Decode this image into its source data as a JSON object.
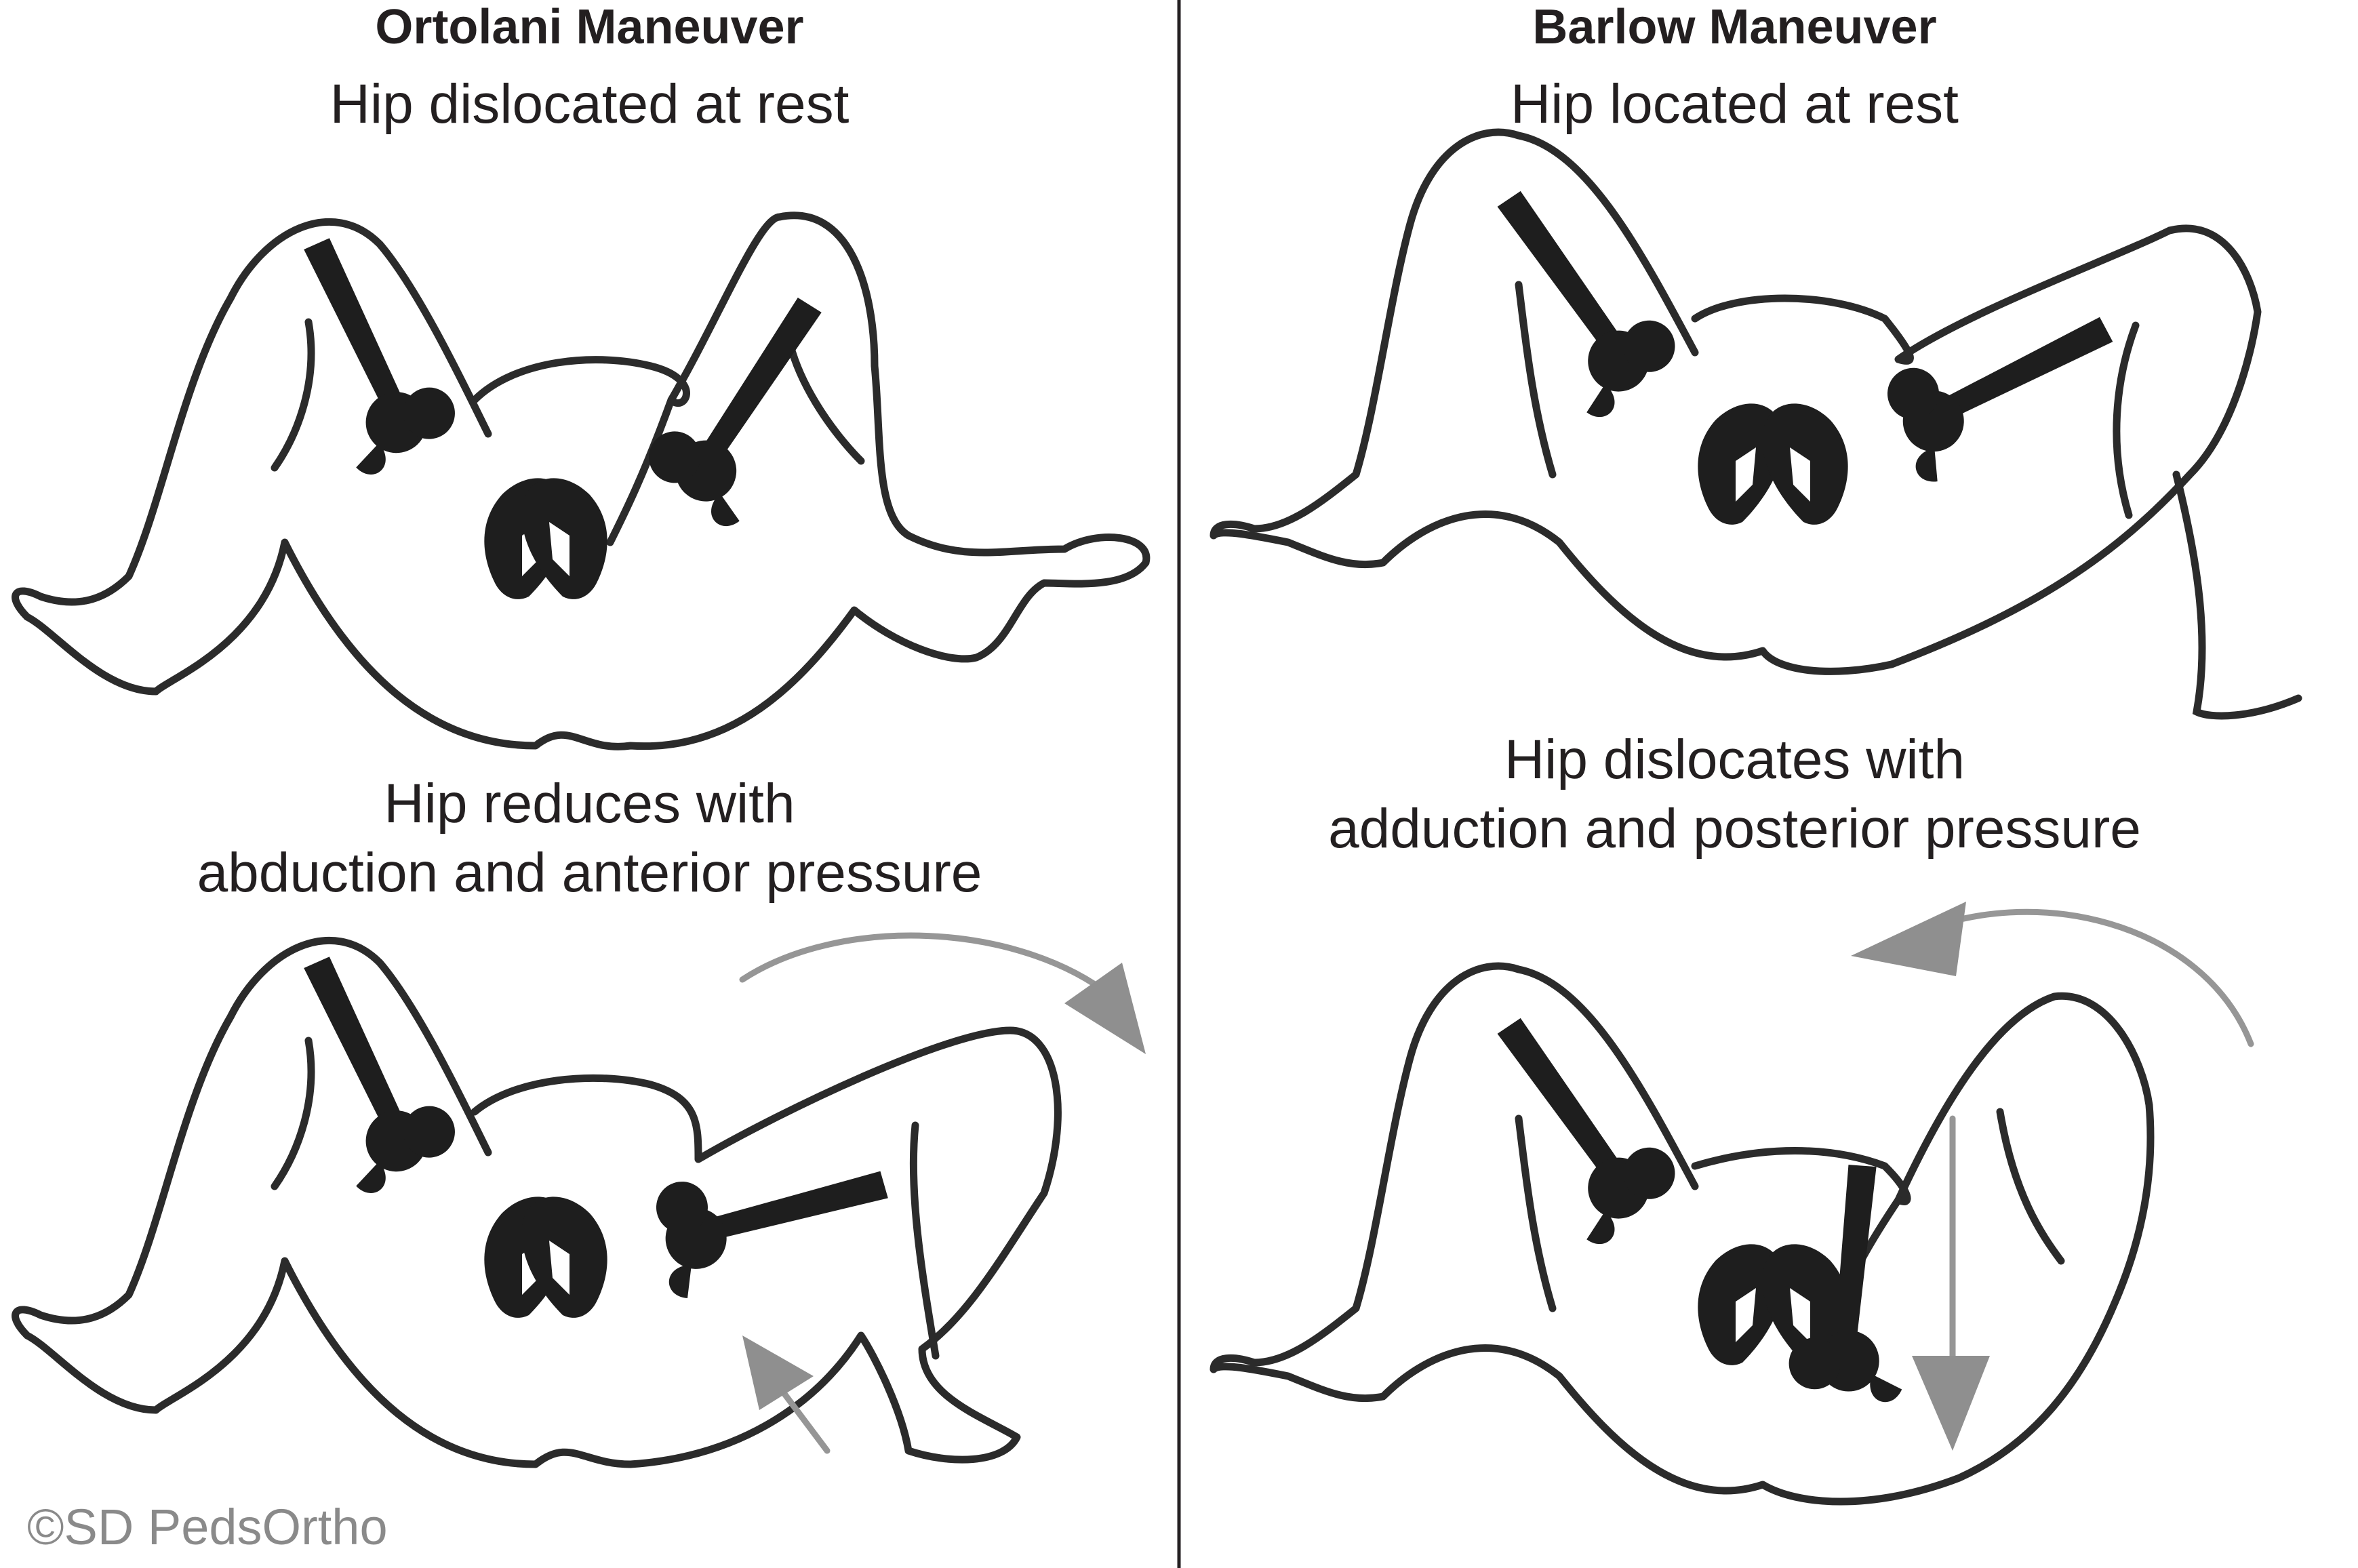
{
  "panels": {
    "ortolani": {
      "title": "Ortolani Maneuver",
      "rest": "Hip dislocated at rest",
      "action_line1": "Hip reduces with",
      "action_line2": "abduction and anterior pressure"
    },
    "barlow": {
      "title": "Barlow Maneuver",
      "rest": "Hip located at rest",
      "action_line1": "Hip dislocates with",
      "action_line2": "adduction and posterior pressure"
    }
  },
  "credit": "©SD PedsOrtho",
  "colors": {
    "ink": "#231f20",
    "arrow": "#8f8f8f",
    "divider": "#231f20"
  }
}
